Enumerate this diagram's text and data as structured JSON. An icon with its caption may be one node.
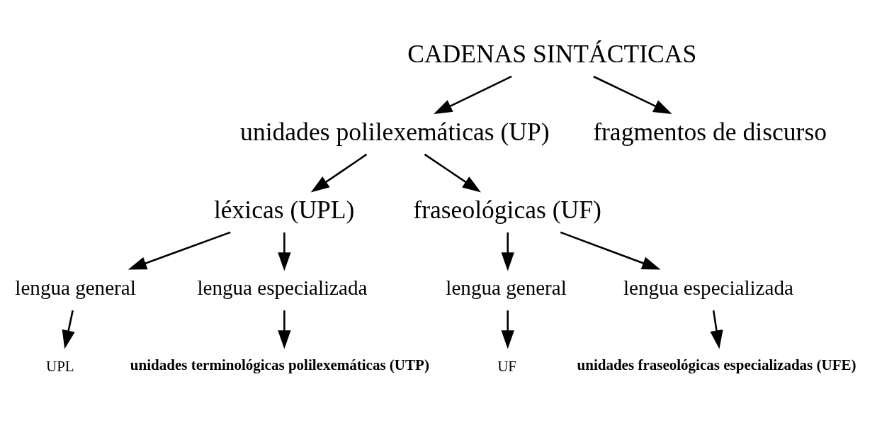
{
  "diagram": {
    "nodes": [
      {
        "text": [
          "CADENAS SINTÁCTICAS"
        ]
      },
      {
        "text": [
          "unidades polilexemáticas (UP)"
        ]
      },
      {
        "text": [
          "fragmentos de discurso"
        ]
      },
      {
        "text": [
          "léxicas (UPL)"
        ]
      },
      {
        "text": [
          "fraseológicas (UF)"
        ]
      },
      {
        "text": [
          "lengua general"
        ]
      },
      {
        "text": [
          "lengua especializada"
        ]
      },
      {
        "text": [
          "lengua general"
        ]
      },
      {
        "text": [
          "lengua especializada"
        ]
      },
      {
        "text": [
          "UPL"
        ]
      },
      {
        "text": [
          "unidades terminológicas polilexemáticas (UTP)"
        ]
      },
      {
        "text": [
          "UF"
        ]
      },
      {
        "text": [
          "unidades fraseológicas especializadas (UFE)"
        ]
      }
    ],
    "edges": [
      {
        "from": 0,
        "to": 1,
        "arrow": "to"
      },
      {
        "from": 0,
        "to": 2,
        "arrow": "to"
      },
      {
        "from": 1,
        "to": 3,
        "arrow": "to"
      },
      {
        "from": 1,
        "to": 4,
        "arrow": "to"
      },
      {
        "from": 3,
        "to": 5,
        "arrow": "to"
      },
      {
        "from": 3,
        "to": 6,
        "arrow": "to"
      },
      {
        "from": 4,
        "to": 7,
        "arrow": "to"
      },
      {
        "from": 4,
        "to": 8,
        "arrow": "to"
      },
      {
        "from": 5,
        "to": 9,
        "arrow": "to"
      },
      {
        "from": 6,
        "to": 10,
        "arrow": "to"
      },
      {
        "from": 7,
        "to": 11,
        "arrow": "to"
      },
      {
        "from": 8,
        "to": 12,
        "arrow": "to"
      }
    ]
  }
}
